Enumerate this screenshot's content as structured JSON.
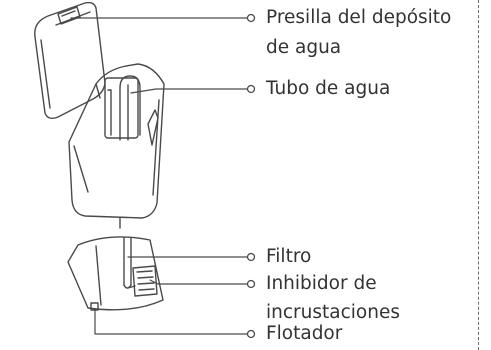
{
  "labels": {
    "tank_clip_line1": "Presilla del depósito",
    "tank_clip_line2": "de agua",
    "water_tube": "Tubo de agua",
    "filter": "Filtro",
    "scale_inhibitor_line1": "Inhibidor de",
    "scale_inhibitor_line2": "incrustaciones",
    "float": "Flotador"
  },
  "colors": {
    "text": "#333333",
    "line": "#4a4a4a",
    "dashed_border": "#6a6a6a"
  }
}
